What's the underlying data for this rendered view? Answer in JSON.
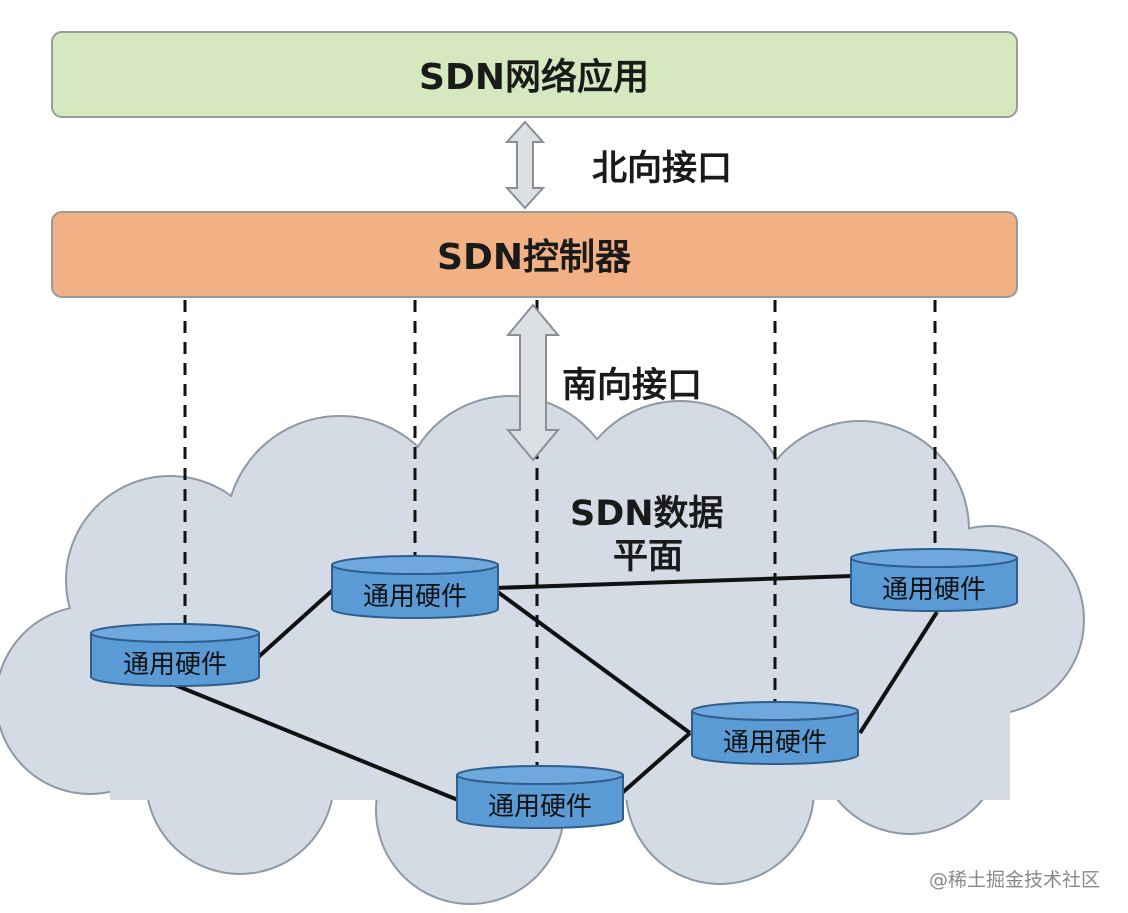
{
  "layers": {
    "application": {
      "label": "SDN网络应用",
      "fill": "#d5e8bf",
      "stroke": "#9a9a9a"
    },
    "controller": {
      "label": "SDN控制器",
      "fill": "#f2b184",
      "stroke": "#9a9a9a"
    },
    "data_plane": {
      "label_line1": "SDN数据",
      "label_line2": "平面",
      "cloud_fill": "#d4dbe4",
      "cloud_stroke": "#8f99a6"
    }
  },
  "interfaces": {
    "northbound": "北向接口",
    "southbound": "南向接口",
    "arrow_fill": "#dcdfe4",
    "arrow_stroke": "#8a8f96"
  },
  "nodes": [
    {
      "label": "通用硬件"
    },
    {
      "label": "通用硬件"
    },
    {
      "label": "通用硬件"
    },
    {
      "label": "通用硬件"
    },
    {
      "label": "通用硬件"
    }
  ],
  "node_colors": {
    "fill": "#5b9bd5",
    "top": "#6fa8dc",
    "stroke": "#2e5e8c"
  },
  "watermark": "@稀土掘金技术社区"
}
